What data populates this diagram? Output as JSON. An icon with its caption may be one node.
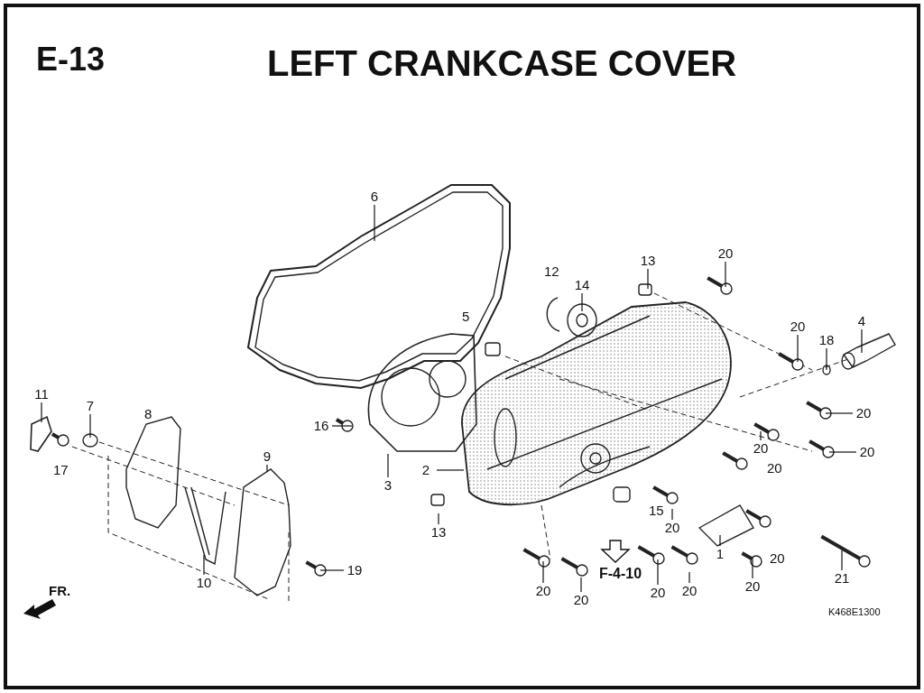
{
  "diagram": {
    "title": "LEFT CRANKCASE COVER",
    "nodes": [
      {
        "text": [
          "6"
        ]
      },
      {
        "text": [
          "20"
        ]
      },
      {
        "text": [
          "13"
        ]
      },
      {
        "text": [
          "14"
        ]
      },
      {
        "text": [
          "4"
        ]
      },
      {
        "text": [
          "20"
        ]
      },
      {
        "text": [
          "18"
        ]
      },
      {
        "text": [
          "11"
        ]
      },
      {
        "text": [
          "7"
        ]
      },
      {
        "text": [
          "20"
        ]
      },
      {
        "text": [
          "16"
        ]
      },
      {
        "text": [
          "20"
        ]
      },
      {
        "text": [
          "20"
        ]
      },
      {
        "text": [
          "9"
        ]
      },
      {
        "text": [
          "2"
        ]
      },
      {
        "text": [
          "3"
        ]
      },
      {
        "text": [
          "20"
        ]
      },
      {
        "text": [
          "13"
        ]
      },
      {
        "text": [
          "1"
        ]
      },
      {
        "text": [
          "19"
        ]
      },
      {
        "text": [
          "21"
        ]
      },
      {
        "text": [
          "10"
        ]
      },
      {
        "text": [
          "20"
        ]
      },
      {
        "text": [
          "20"
        ]
      },
      {
        "text": [
          "20"
        ]
      },
      {
        "text": [
          "20"
        ]
      },
      {
        "text": [
          "20"
        ]
      }
    ],
    "edges": [
      {
        "from": 0,
        "to": null,
        "arrow": "none"
      },
      {
        "from": 1,
        "to": null,
        "arrow": "none"
      },
      {
        "from": 2,
        "to": null,
        "arrow": "none"
      },
      {
        "from": 3,
        "to": null,
        "arrow": "none"
      },
      {
        "from": 4,
        "to": null,
        "arrow": "none"
      },
      {
        "from": 5,
        "to": null,
        "arrow": "none"
      },
      {
        "from": 6,
        "to": null,
        "arrow": "none"
      },
      {
        "from": 7,
        "to": null,
        "arrow": "none"
      },
      {
        "from": 8,
        "to": null,
        "arrow": "none"
      },
      {
        "from": 9,
        "to": null,
        "arrow": "none"
      },
      {
        "from": 10,
        "to": null,
        "arrow": "none"
      },
      {
        "from": 11,
        "to": null,
        "arrow": "none"
      },
      {
        "from": 12,
        "to": null,
        "arrow": "none"
      },
      {
        "from": 13,
        "to": null,
        "arrow": "none"
      },
      {
        "from": 14,
        "to": null,
        "arrow": "none"
      },
      {
        "from": 15,
        "to": null,
        "arrow": "none"
      },
      {
        "from": 16,
        "to": null,
        "arrow": "none"
      },
      {
        "from": 17,
        "to": null,
        "arrow": "none"
      },
      {
        "from": 18,
        "to": null,
        "arrow": "none"
      },
      {
        "from": 19,
        "to": null,
        "arrow": "none"
      },
      {
        "from": 20,
        "to": null,
        "arrow": "none"
      },
      {
        "from": 21,
        "to": null,
        "arrow": "none"
      },
      {
        "from": 22,
        "to": null,
        "arrow": "none"
      },
      {
        "from": 23,
        "to": null,
        "arrow": "none"
      },
      {
        "from": 24,
        "to": null,
        "arrow": "none"
      },
      {
        "from": 25,
        "to": null,
        "arrow": "none"
      },
      {
        "from": 26,
        "to": null,
        "arrow": "none"
      }
    ],
    "labels": [
      "E-13",
      "12",
      "5",
      "8",
      "20",
      "17",
      "15",
      "20",
      "F-4-10",
      "FR.",
      "K468E1300"
    ]
  }
}
